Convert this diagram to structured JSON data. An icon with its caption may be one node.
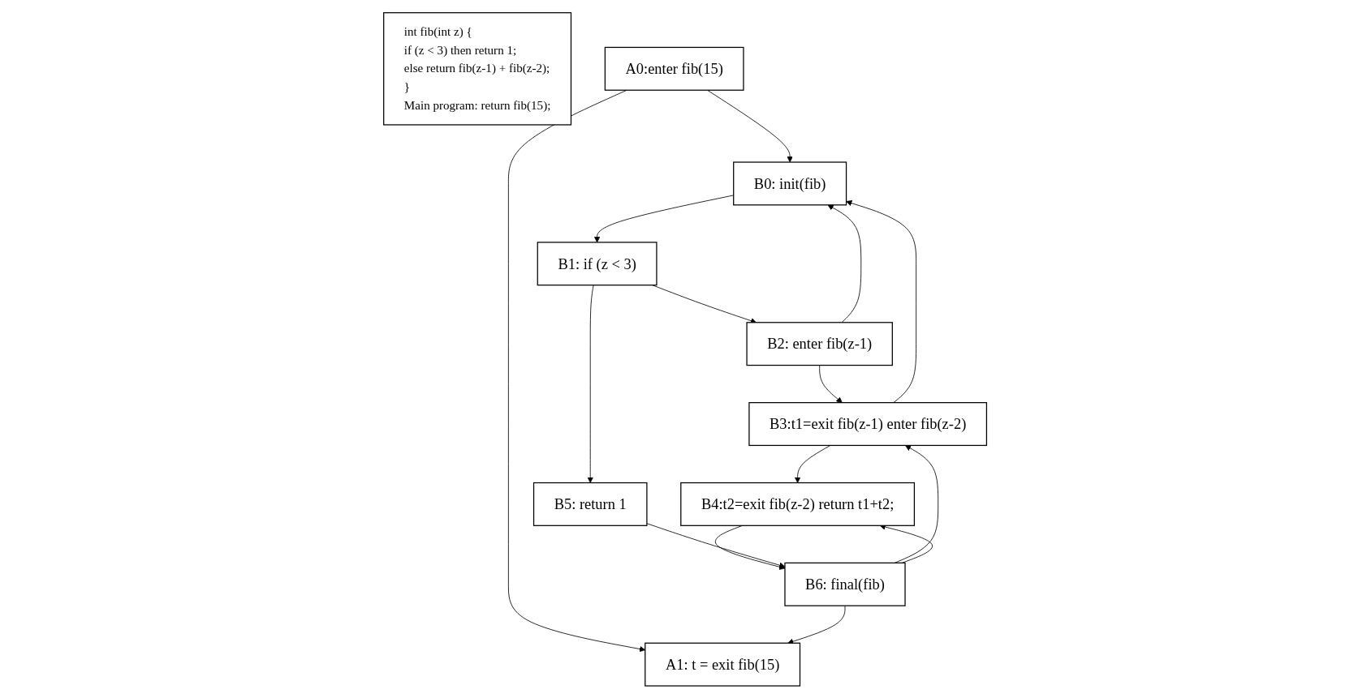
{
  "diagram": {
    "nodes": [
      {
        "text": [
          "int fib(int z) {",
          "if (z < 3) then return 1;",
          "else return fib(z-1) + fib(z-2);",
          "}",
          "Main program:  return fib(15);"
        ]
      },
      {
        "text": [
          "A0:enter fib(15)"
        ]
      },
      {
        "text": [
          "A1: t = exit fib(15)"
        ]
      },
      {
        "text": [
          "B0: init(fib)"
        ]
      },
      {
        "text": [
          "B1: if (z < 3)"
        ]
      },
      {
        "text": [
          "B2: enter fib(z-1)"
        ]
      },
      {
        "text": [
          "B3:t1=exit fib(z-1) enter fib(z-2)"
        ]
      },
      {
        "text": [
          "B4:t2=exit fib(z-2) return t1+t2;"
        ]
      },
      {
        "text": [
          "B5: return 1"
        ]
      },
      {
        "text": [
          "B6: final(fib)"
        ]
      }
    ],
    "edges": [
      {
        "from": 1,
        "to": 3,
        "arrow": "to"
      },
      {
        "from": 1,
        "to": 2,
        "arrow": "to"
      },
      {
        "from": 3,
        "to": 4,
        "arrow": "to"
      },
      {
        "from": 4,
        "to": 5,
        "arrow": "to"
      },
      {
        "from": 4,
        "to": 8,
        "arrow": "to"
      },
      {
        "from": 5,
        "to": 3,
        "arrow": "to"
      },
      {
        "from": 5,
        "to": 6,
        "arrow": "to"
      },
      {
        "from": 6,
        "to": 3,
        "arrow": "to"
      },
      {
        "from": 6,
        "to": 7,
        "arrow": "to"
      },
      {
        "from": 7,
        "to": 9,
        "arrow": "to"
      },
      {
        "from": 8,
        "to": 9,
        "arrow": "to"
      },
      {
        "from": 9,
        "to": 2,
        "arrow": "to"
      },
      {
        "from": 9,
        "to": 6,
        "arrow": "to"
      },
      {
        "from": 9,
        "to": 7,
        "arrow": "to"
      }
    ]
  }
}
